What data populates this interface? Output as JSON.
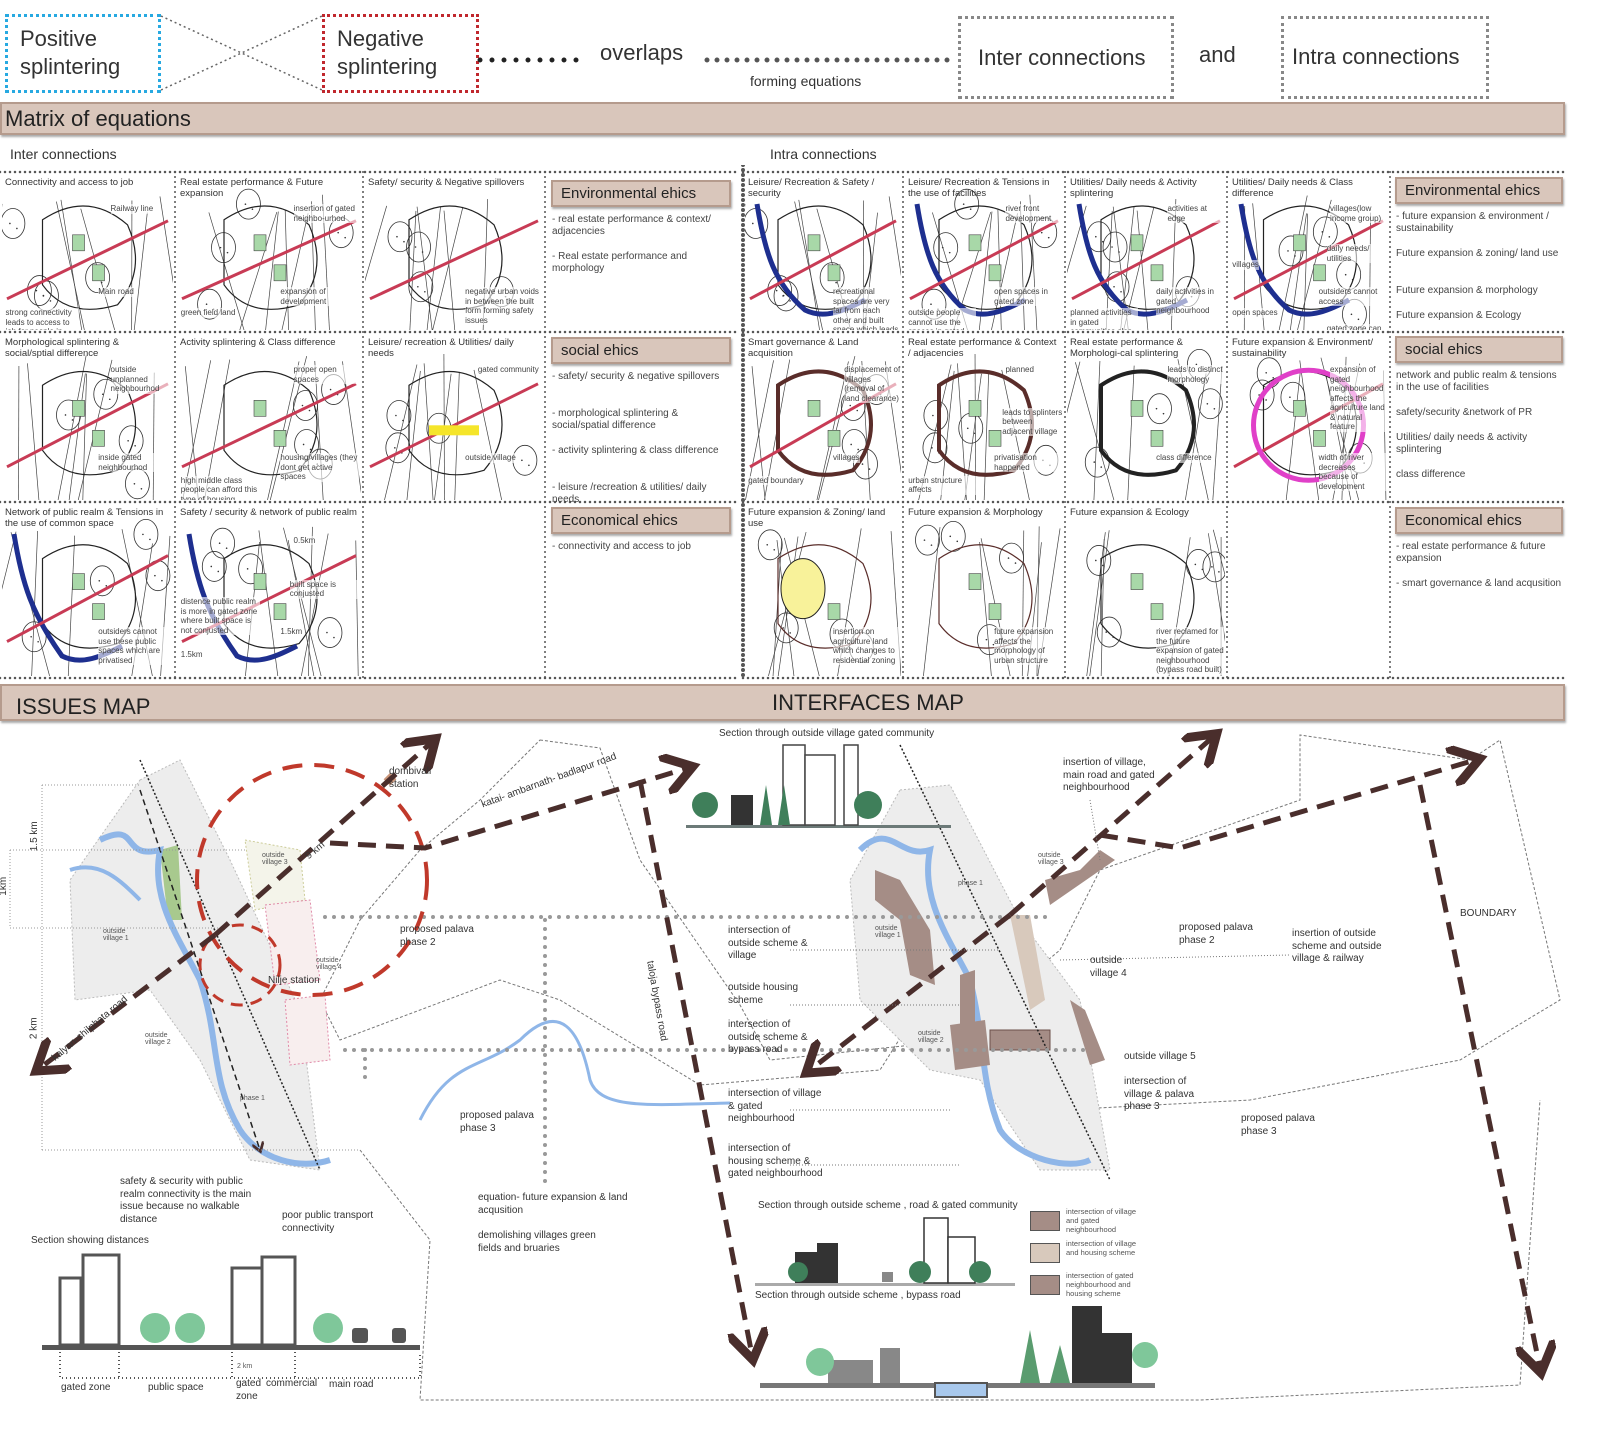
{
  "header": {
    "positive": "Positive splintering",
    "negative": "Negative splintering",
    "overlaps": "overlaps",
    "forming": "forming equations",
    "inter": "Inter connections",
    "and": "and",
    "intra": "Intra connections",
    "colors": {
      "positive": "#27a9e1",
      "negative": "#c0272d",
      "band": "#d9c6bb"
    }
  },
  "matrix": {
    "title": "Matrix of equations",
    "inter_label": "Inter connections",
    "intra_label": "Intra connections",
    "inter_cells": [
      [
        {
          "title": "Connectivity and access to job",
          "notes": [
            "Main road",
            "Railway line",
            "strong connectivity leads to access to job for people in adjacent neighbourhoods."
          ]
        },
        {
          "title": "Real estate performance & Future expansion",
          "notes": [
            "expansion of development",
            "insertion of gated neighbo-urhod",
            "green field land"
          ]
        },
        {
          "title": "Safety/ security & Negative spillovers",
          "notes": [
            "negative urban voids in between the built form forming safety issues"
          ]
        }
      ],
      [
        {
          "title": "Morphological splintering & social/sptial difference",
          "notes": [
            "inside gated neighbourhod",
            "outside unplanned neighbourhod"
          ]
        },
        {
          "title": "Activity splintering & Class difference",
          "notes": [
            "housing/villages (they dont get active spaces",
            "proper open spaces",
            "high middle class people can afford this type of housing"
          ]
        },
        {
          "title": "Leisure/ recreation & Utilities/ daily needs",
          "notes": [
            "outside village",
            "gated community"
          ]
        }
      ],
      [
        {
          "title": "Network of public realm & Tensions in the use of common space",
          "notes": [
            "outsiders cannot use these public spaces which are privatised"
          ]
        },
        {
          "title": "Safety / security & network of public realm",
          "notes": [
            "1.5km",
            "0.5km",
            "1.5km",
            "built space is conjusted",
            "distence public realm is more in gated zone where built space is not conjusted"
          ]
        }
      ]
    ],
    "intra_cells": [
      [
        {
          "title": "Leisure/ Recreation & Safety / security",
          "notes": [
            "recreational spaces are very far from each other and built space which leads to safety issues"
          ]
        },
        {
          "title": "Leisure/ Recreation & Tensions in the use of facilities",
          "notes": [
            "open spaces in gated zone",
            "river front development",
            "outside people cannot use the spaces in gated zone"
          ]
        },
        {
          "title": "Utilities/ Daily needs & Activity splintering",
          "notes": [
            "daily activities in gated neighbourhood",
            "activities at edge",
            "planned activities in gated communities also form the splinters"
          ]
        },
        {
          "title": "Utilities/ Daily needs & Class difference",
          "notes": [
            "outsiders cannot access",
            "villages(low income group)",
            "open spaces",
            "daily needs/ utilities",
            "villages",
            "gated zone can afford by the middle class people"
          ]
        }
      ],
      [
        {
          "title": "Smart governance & Land acquisition",
          "notes": [
            "villages",
            "displacement of villages (removal of land clearance)",
            "gated boundary"
          ]
        },
        {
          "title": "Real estate performance & Context / adjacencies",
          "notes": [
            "privatisation happened",
            "planned",
            "urban structure affects",
            "leads to splinters between adjacent village"
          ]
        },
        {
          "title": "Real estate performance & Morphologi-cal splintering",
          "notes": [
            "class difference",
            "leads to distinct morphology"
          ]
        },
        {
          "title": "Future expansion & Environment/ sustainability",
          "notes": [
            "width of river decreases because of development",
            "expansion of gated neighbourhood affects the agriculture land & natural feature"
          ]
        }
      ],
      [
        {
          "title": "Future expansion & Zoning/ land use",
          "notes": [
            "insertion on agriculture land which changes to residential zoning"
          ]
        },
        {
          "title": "Future expansion & Morphology",
          "notes": [
            "future expansion affects the morphology of urban structure"
          ]
        },
        {
          "title": "Future expansion & Ecology",
          "notes": [
            "river reclamed for the future expansion of gated neighbourhood (bypass road built)"
          ]
        }
      ]
    ],
    "ethics_left": [
      {
        "heading": "Environmental ehics",
        "items": [
          "- real estate performance & context/ adjacencies",
          "- Real estate performance and morphology"
        ]
      },
      {
        "heading": "social ehics",
        "items": [
          "- safety/ security & negative spillovers",
          "- morphological splintering & social/spatial difference",
          "- activity splintering & class difference",
          "- leisure /recreation & utilities/ daily needs"
        ]
      },
      {
        "heading": "Economical  ehics",
        "items": [
          "- connectivity and access to job"
        ]
      }
    ],
    "ethics_right": [
      {
        "heading": "Environmental ehics",
        "items": [
          "- future expansion & environment / sustainability",
          "Future expansion & zoning/ land use",
          "Future expansion & morphology",
          "Future expansion & Ecology"
        ]
      },
      {
        "heading": "social ehics",
        "items": [
          "network and public realm & tensions in the use of facilities",
          "safety/security &network of PR",
          "Utilities/ daily needs & activity splintering",
          "class difference"
        ]
      },
      {
        "heading": "Economical  ehics",
        "items": [
          "- real estate performance & future expansion",
          "- smart governance & land acqusition"
        ]
      }
    ]
  },
  "maps": {
    "issues_title": "ISSUES MAP",
    "interfaces_title": "INTERFACES MAP",
    "issues": {
      "dombivali": "dombivali station",
      "katai": "katai- ambarnath- badlapur road",
      "nine_km": "9 km",
      "km15": "1.5 km",
      "km1": "1km",
      "km2": "2 km",
      "kalyan": "kalyan-shilphata road",
      "nilje": "Nilje station",
      "taloja": "taloja bypass road",
      "phase2": "proposed palava phase 2",
      "phase3": "proposed palava phase 3",
      "v1": "outside village 1",
      "v2": "outside village 2",
      "v3": "outside village 3",
      "v4": "outside village 4",
      "phase1": "phase 1",
      "safety": "safety & security with public realm connectivity is the main issue because no walkable distance",
      "transport": "poor public transport connectivity",
      "equation": "equation- future expansion & land acqusition",
      "demolish": "demolishing villages green fields and bruaries",
      "section_title": "Section showing distances",
      "two_km": "2 km",
      "section_labels": [
        "gated zone",
        "public space",
        "gated zone",
        "commercial",
        "main road"
      ]
    },
    "interfaces": {
      "section1": "Section through outside village gated community",
      "insertion_village": "insertion of village, main road and gated neighbourhood",
      "int_scheme_village": "intersection of outside scheme & village",
      "housing": "outside housing scheme",
      "int_scheme_bypass": "intersection of outside scheme & bypass road",
      "int_village_gated": "intersection of village & gated neighbourhood",
      "int_housing_gated": "intersection of housing scheme & gated neighbourhood",
      "phase2": "proposed palava phase 2",
      "insertion_railway": "insertion of outside scheme and outside village & railway",
      "boundary": "BOUNDARY",
      "v4": "outside village 4",
      "v5": "outside village 5",
      "int_palava3": "intersection of village & palava phase 3",
      "phase3": "proposed palava phase 3",
      "v1": "outside village 1",
      "v2": "outside village 2",
      "v3": "outside village 3",
      "phase1": "phase 1",
      "section2": "Section through outside scheme , road & gated community",
      "section3": "Section through outside scheme , bypass road",
      "legend": [
        {
          "label": "intersection of village and gated neighbourhood",
          "color": "#a58d86"
        },
        {
          "label": "intersection of village and housing scheme",
          "color": "#d8c9bc"
        },
        {
          "label": "intersection of gated neighbourhood and housing scheme",
          "color": "#a58d86"
        }
      ]
    }
  }
}
